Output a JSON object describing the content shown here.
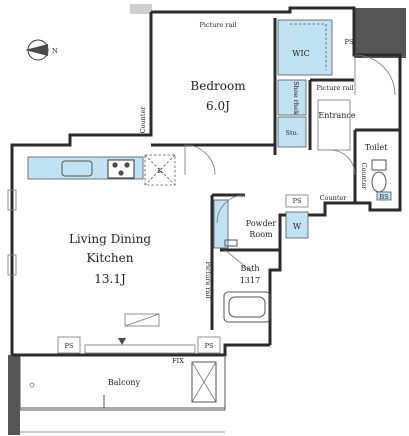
{
  "compass": {
    "north_label": "N"
  },
  "rooms": {
    "bedroom": {
      "name": "Bedroom",
      "size": "6.0J"
    },
    "ldk": {
      "line1": "Living Dining",
      "line2": "Kitchen",
      "size": "13.1J"
    },
    "bath": {
      "name": "Bath",
      "size": "1317"
    },
    "powder": {
      "line1": "Powder",
      "line2": "Room"
    },
    "toilet": {
      "name": "Toilet"
    },
    "entrance": {
      "name": "Entrance"
    },
    "balcony": {
      "name": "Balcony"
    },
    "wic": {
      "name": "WIC"
    },
    "shoe_shelf": {
      "name": "Shoe rhek"
    },
    "storage": {
      "name": "Sto."
    }
  },
  "labels": {
    "picture_rail_top": "Picture rail",
    "picture_rail_entrance": "Picture rail",
    "picture_rail_vertical": "Picture rail",
    "counter_bedroom": "Counter",
    "counter_toilet": "Counter",
    "counter_right": "Counter",
    "ps_top": "PS",
    "ps_mid": "PS",
    "ps_left": "PS",
    "ps_right": "PS",
    "fix": "FIX",
    "washer": "W",
    "refrigerator": "K",
    "bs": "BS"
  }
}
